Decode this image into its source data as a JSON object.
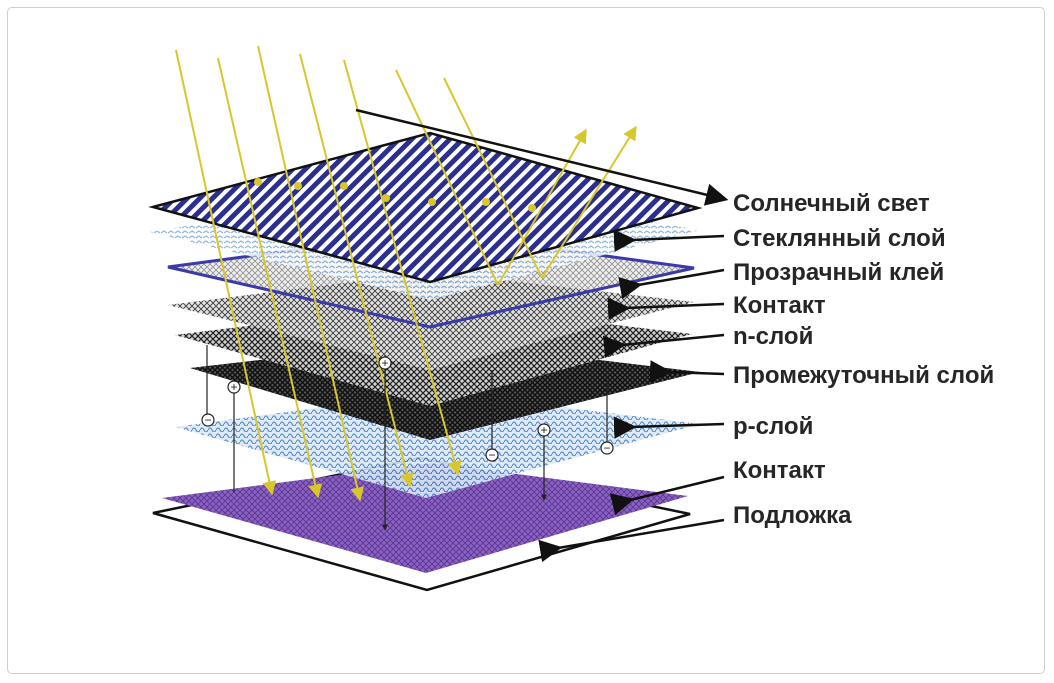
{
  "labels": [
    {
      "id": "sunlight",
      "text": "Солнечный свет",
      "bold": false
    },
    {
      "id": "glass",
      "text": "Стеклянный слой",
      "bold": true
    },
    {
      "id": "adhesive",
      "text": "Прозрачный клей",
      "bold": true
    },
    {
      "id": "contact_top",
      "text": "Контакт",
      "bold": false
    },
    {
      "id": "n_layer",
      "text": "n-слой",
      "bold": false
    },
    {
      "id": "intermediate",
      "text": "Промежуточный слой",
      "bold": false
    },
    {
      "id": "p_layer",
      "text": "p-слой",
      "bold": false
    },
    {
      "id": "contact_bottom",
      "text": "Контакт",
      "bold": false
    },
    {
      "id": "substrate",
      "text": "Подложка",
      "bold": false
    }
  ],
  "colors": {
    "sunlight_ray": "#d8c72a",
    "glass": "#2b2f8f",
    "adhesive": "#8fb4d9",
    "contact_frame": "#3a3aa8",
    "mesh_dark": "#222222",
    "p_layer": "#6f9ed4",
    "bottom_contact": "#7a4fb0",
    "text": "#262626",
    "arrow": "#111111"
  },
  "charge_symbols": {
    "negative": "−",
    "positive": "+"
  }
}
